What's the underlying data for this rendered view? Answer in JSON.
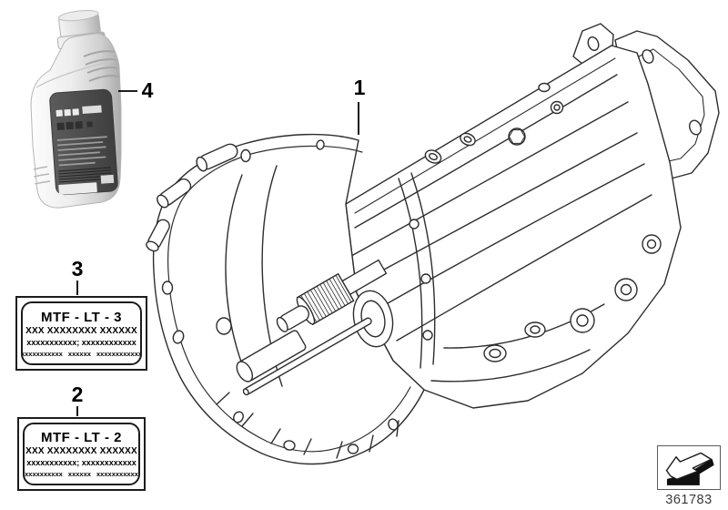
{
  "diagram_number": "361783",
  "callouts": {
    "c1": "1",
    "c2": "2",
    "c3": "3",
    "c4": "4"
  },
  "labels": {
    "mtf3": {
      "title": "MTF - LT - 3",
      "line1": "XXX XXXXXXXX XXXXXX",
      "line2": "xxxxxxxxxxx; xxxxxxxxxxxx",
      "line3": "xxxxxxxxxxx xxxxxx xxxxxxxxxxxx"
    },
    "mtf2": {
      "title": "MTF - LT - 2",
      "line1": "XXX XXXXXXXX XXXXXX",
      "line2": "xxxxxxxxxxx; xxxxxxxxxxxx",
      "line3": "xxxxxxxxxxx xxxxxx xxxxxxxxxxxx"
    }
  },
  "icons": {
    "back_arrow": "3d-arrow-down-left"
  },
  "colors": {
    "line": "#2d2d2d",
    "callout": "#000000",
    "label_panel": "#4e4e4e",
    "background": "#ffffff"
  }
}
